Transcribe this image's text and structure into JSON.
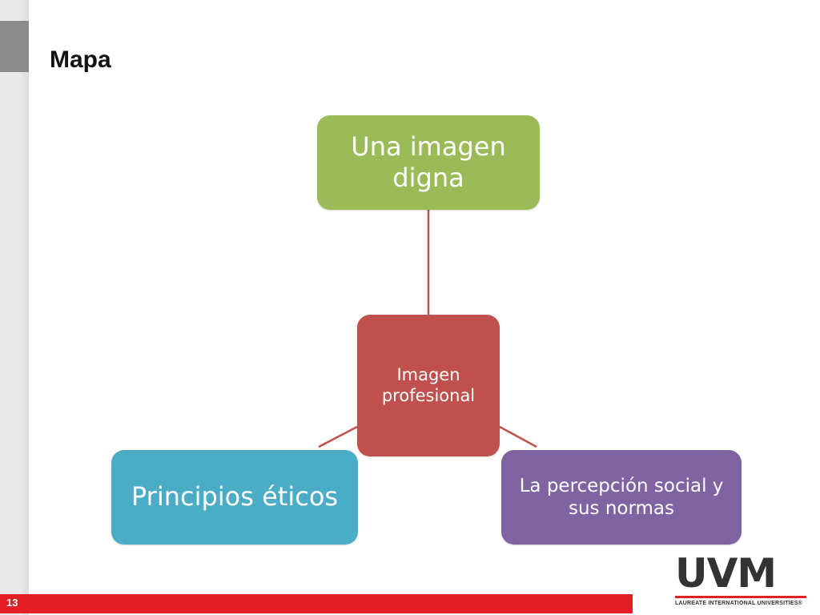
{
  "slide": {
    "title": "Mapa",
    "page_number": "13"
  },
  "diagram": {
    "center": {
      "label": "Imagen profesional",
      "color": "#c0504d"
    },
    "nodes": [
      {
        "id": "top",
        "label": "Una imagen digna",
        "color": "#9bbb59"
      },
      {
        "id": "left",
        "label": "Principios éticos",
        "color": "#4bacc6"
      },
      {
        "id": "right",
        "label": "La percepción social y sus normas",
        "color": "#8064a2"
      }
    ],
    "connector_color": "#c0504d"
  },
  "logo": {
    "wordmark": "UVM",
    "tagline": "LAUREATE INTERNATIONAL UNIVERSITIES®"
  },
  "colors": {
    "footer_bar": "#e31e24",
    "left_strip": "#e9e9e9",
    "left_accent": "#8c8c8c"
  }
}
